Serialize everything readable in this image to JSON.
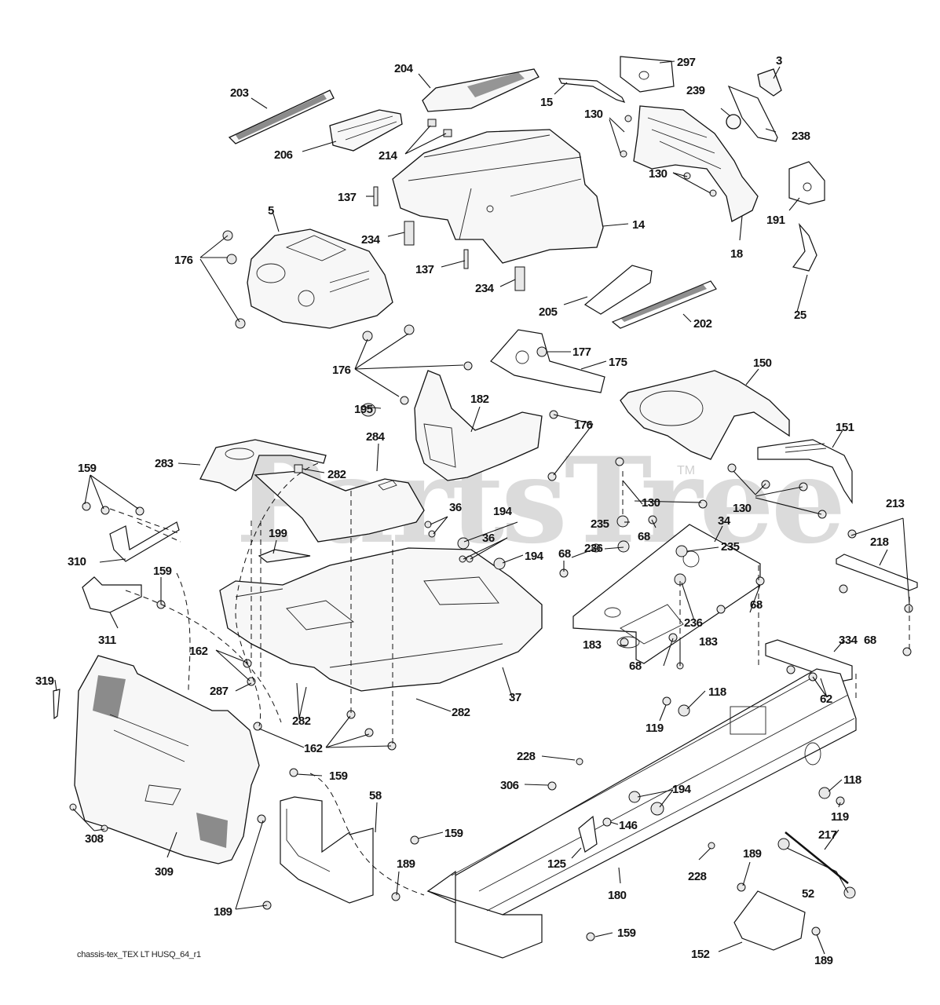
{
  "diagram": {
    "type": "exploded-parts-diagram",
    "subject": "Lawn tractor chassis / enclosures",
    "watermark": "PartsTree",
    "watermark_tm": "TM",
    "footer_code": "chassis-tex_TEX LT HUSQ_64_r1",
    "callouts": [
      {
        "id": "c297",
        "label": "297"
      },
      {
        "id": "c3",
        "label": "3"
      },
      {
        "id": "c204",
        "label": "204"
      },
      {
        "id": "c15",
        "label": "15"
      },
      {
        "id": "c239",
        "label": "239"
      },
      {
        "id": "c203",
        "label": "203"
      },
      {
        "id": "c130a",
        "label": "130"
      },
      {
        "id": "c238",
        "label": "238"
      },
      {
        "id": "c206",
        "label": "206"
      },
      {
        "id": "c214",
        "label": "214"
      },
      {
        "id": "c130b",
        "label": "130"
      },
      {
        "id": "c137a",
        "label": "137"
      },
      {
        "id": "c191",
        "label": "191"
      },
      {
        "id": "c5",
        "label": "5"
      },
      {
        "id": "c234a",
        "label": "234"
      },
      {
        "id": "c14",
        "label": "14"
      },
      {
        "id": "c18",
        "label": "18"
      },
      {
        "id": "c176a",
        "label": "176"
      },
      {
        "id": "c137b",
        "label": "137"
      },
      {
        "id": "c234b",
        "label": "234"
      },
      {
        "id": "c205",
        "label": "205"
      },
      {
        "id": "c202",
        "label": "202"
      },
      {
        "id": "c25",
        "label": "25"
      },
      {
        "id": "c177",
        "label": "177"
      },
      {
        "id": "c175",
        "label": "175"
      },
      {
        "id": "c150",
        "label": "150"
      },
      {
        "id": "c176b",
        "label": "176"
      },
      {
        "id": "c195",
        "label": "195"
      },
      {
        "id": "c182",
        "label": "182"
      },
      {
        "id": "c176c",
        "label": "176"
      },
      {
        "id": "c151",
        "label": "151"
      },
      {
        "id": "c284",
        "label": "284"
      },
      {
        "id": "c283",
        "label": "283"
      },
      {
        "id": "c282a",
        "label": "282"
      },
      {
        "id": "c159a",
        "label": "159"
      },
      {
        "id": "c130c",
        "label": "130"
      },
      {
        "id": "c130d",
        "label": "130"
      },
      {
        "id": "c235a",
        "label": "235"
      },
      {
        "id": "c36a",
        "label": "36"
      },
      {
        "id": "c194a",
        "label": "194"
      },
      {
        "id": "c213",
        "label": "213"
      },
      {
        "id": "c236a",
        "label": "236"
      },
      {
        "id": "c68a",
        "label": "68"
      },
      {
        "id": "c34",
        "label": "34"
      },
      {
        "id": "c199",
        "label": "199"
      },
      {
        "id": "c36b",
        "label": "36"
      },
      {
        "id": "c235b",
        "label": "235"
      },
      {
        "id": "c218",
        "label": "218"
      },
      {
        "id": "c310",
        "label": "310"
      },
      {
        "id": "c68b",
        "label": "68"
      },
      {
        "id": "c194b",
        "label": "194"
      },
      {
        "id": "c159b",
        "label": "159"
      },
      {
        "id": "c68c",
        "label": "68"
      },
      {
        "id": "c236b",
        "label": "236"
      },
      {
        "id": "c311",
        "label": "311"
      },
      {
        "id": "c68d",
        "label": "68"
      },
      {
        "id": "c183a",
        "label": "183"
      },
      {
        "id": "c162a",
        "label": "162"
      },
      {
        "id": "c183b",
        "label": "183"
      },
      {
        "id": "c68e",
        "label": "68"
      },
      {
        "id": "c334",
        "label": "334"
      },
      {
        "id": "c319",
        "label": "319"
      },
      {
        "id": "c287",
        "label": "287"
      },
      {
        "id": "c37",
        "label": "37"
      },
      {
        "id": "c118a",
        "label": "118"
      },
      {
        "id": "c62",
        "label": "62"
      },
      {
        "id": "c282b",
        "label": "282"
      },
      {
        "id": "c282c",
        "label": "282"
      },
      {
        "id": "c119a",
        "label": "119"
      },
      {
        "id": "c162b",
        "label": "162"
      },
      {
        "id": "c228a",
        "label": "228"
      },
      {
        "id": "c159c",
        "label": "159"
      },
      {
        "id": "c306",
        "label": "306"
      },
      {
        "id": "c194c",
        "label": "194"
      },
      {
        "id": "c118b",
        "label": "118"
      },
      {
        "id": "c58",
        "label": "58"
      },
      {
        "id": "c308",
        "label": "308"
      },
      {
        "id": "c146",
        "label": "146"
      },
      {
        "id": "c119b",
        "label": "119"
      },
      {
        "id": "c217",
        "label": "217"
      },
      {
        "id": "c159d",
        "label": "159"
      },
      {
        "id": "c189a",
        "label": "189"
      },
      {
        "id": "c125",
        "label": "125"
      },
      {
        "id": "c228b",
        "label": "228"
      },
      {
        "id": "c189b",
        "label": "189"
      },
      {
        "id": "c309",
        "label": "309"
      },
      {
        "id": "c52",
        "label": "52"
      },
      {
        "id": "c180",
        "label": "180"
      },
      {
        "id": "c189c",
        "label": "189"
      },
      {
        "id": "c159e",
        "label": "159"
      },
      {
        "id": "c152",
        "label": "152"
      },
      {
        "id": "c189d",
        "label": "189"
      }
    ]
  }
}
